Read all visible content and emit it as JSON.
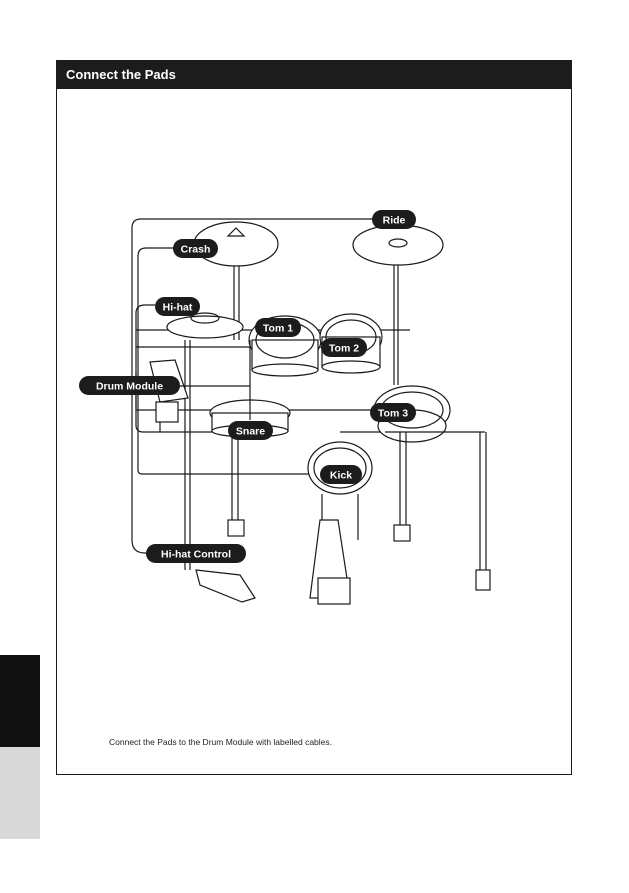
{
  "page": {
    "section_title": "Connect the Pads",
    "caption": "Connect the Pads to the Drum Module with labelled cables."
  },
  "labels": {
    "ride": "Ride",
    "crash": "Crash",
    "hihat": "Hi-hat",
    "tom1": "Tom 1",
    "tom2": "Tom 2",
    "drum_module": "Drum Module",
    "tom3": "Tom 3",
    "snare": "Snare",
    "kick": "Kick",
    "hihat_control": "Hi-hat Control"
  },
  "colors": {
    "label_bg": "#1c1c1c",
    "line": "#1a1a1a"
  }
}
